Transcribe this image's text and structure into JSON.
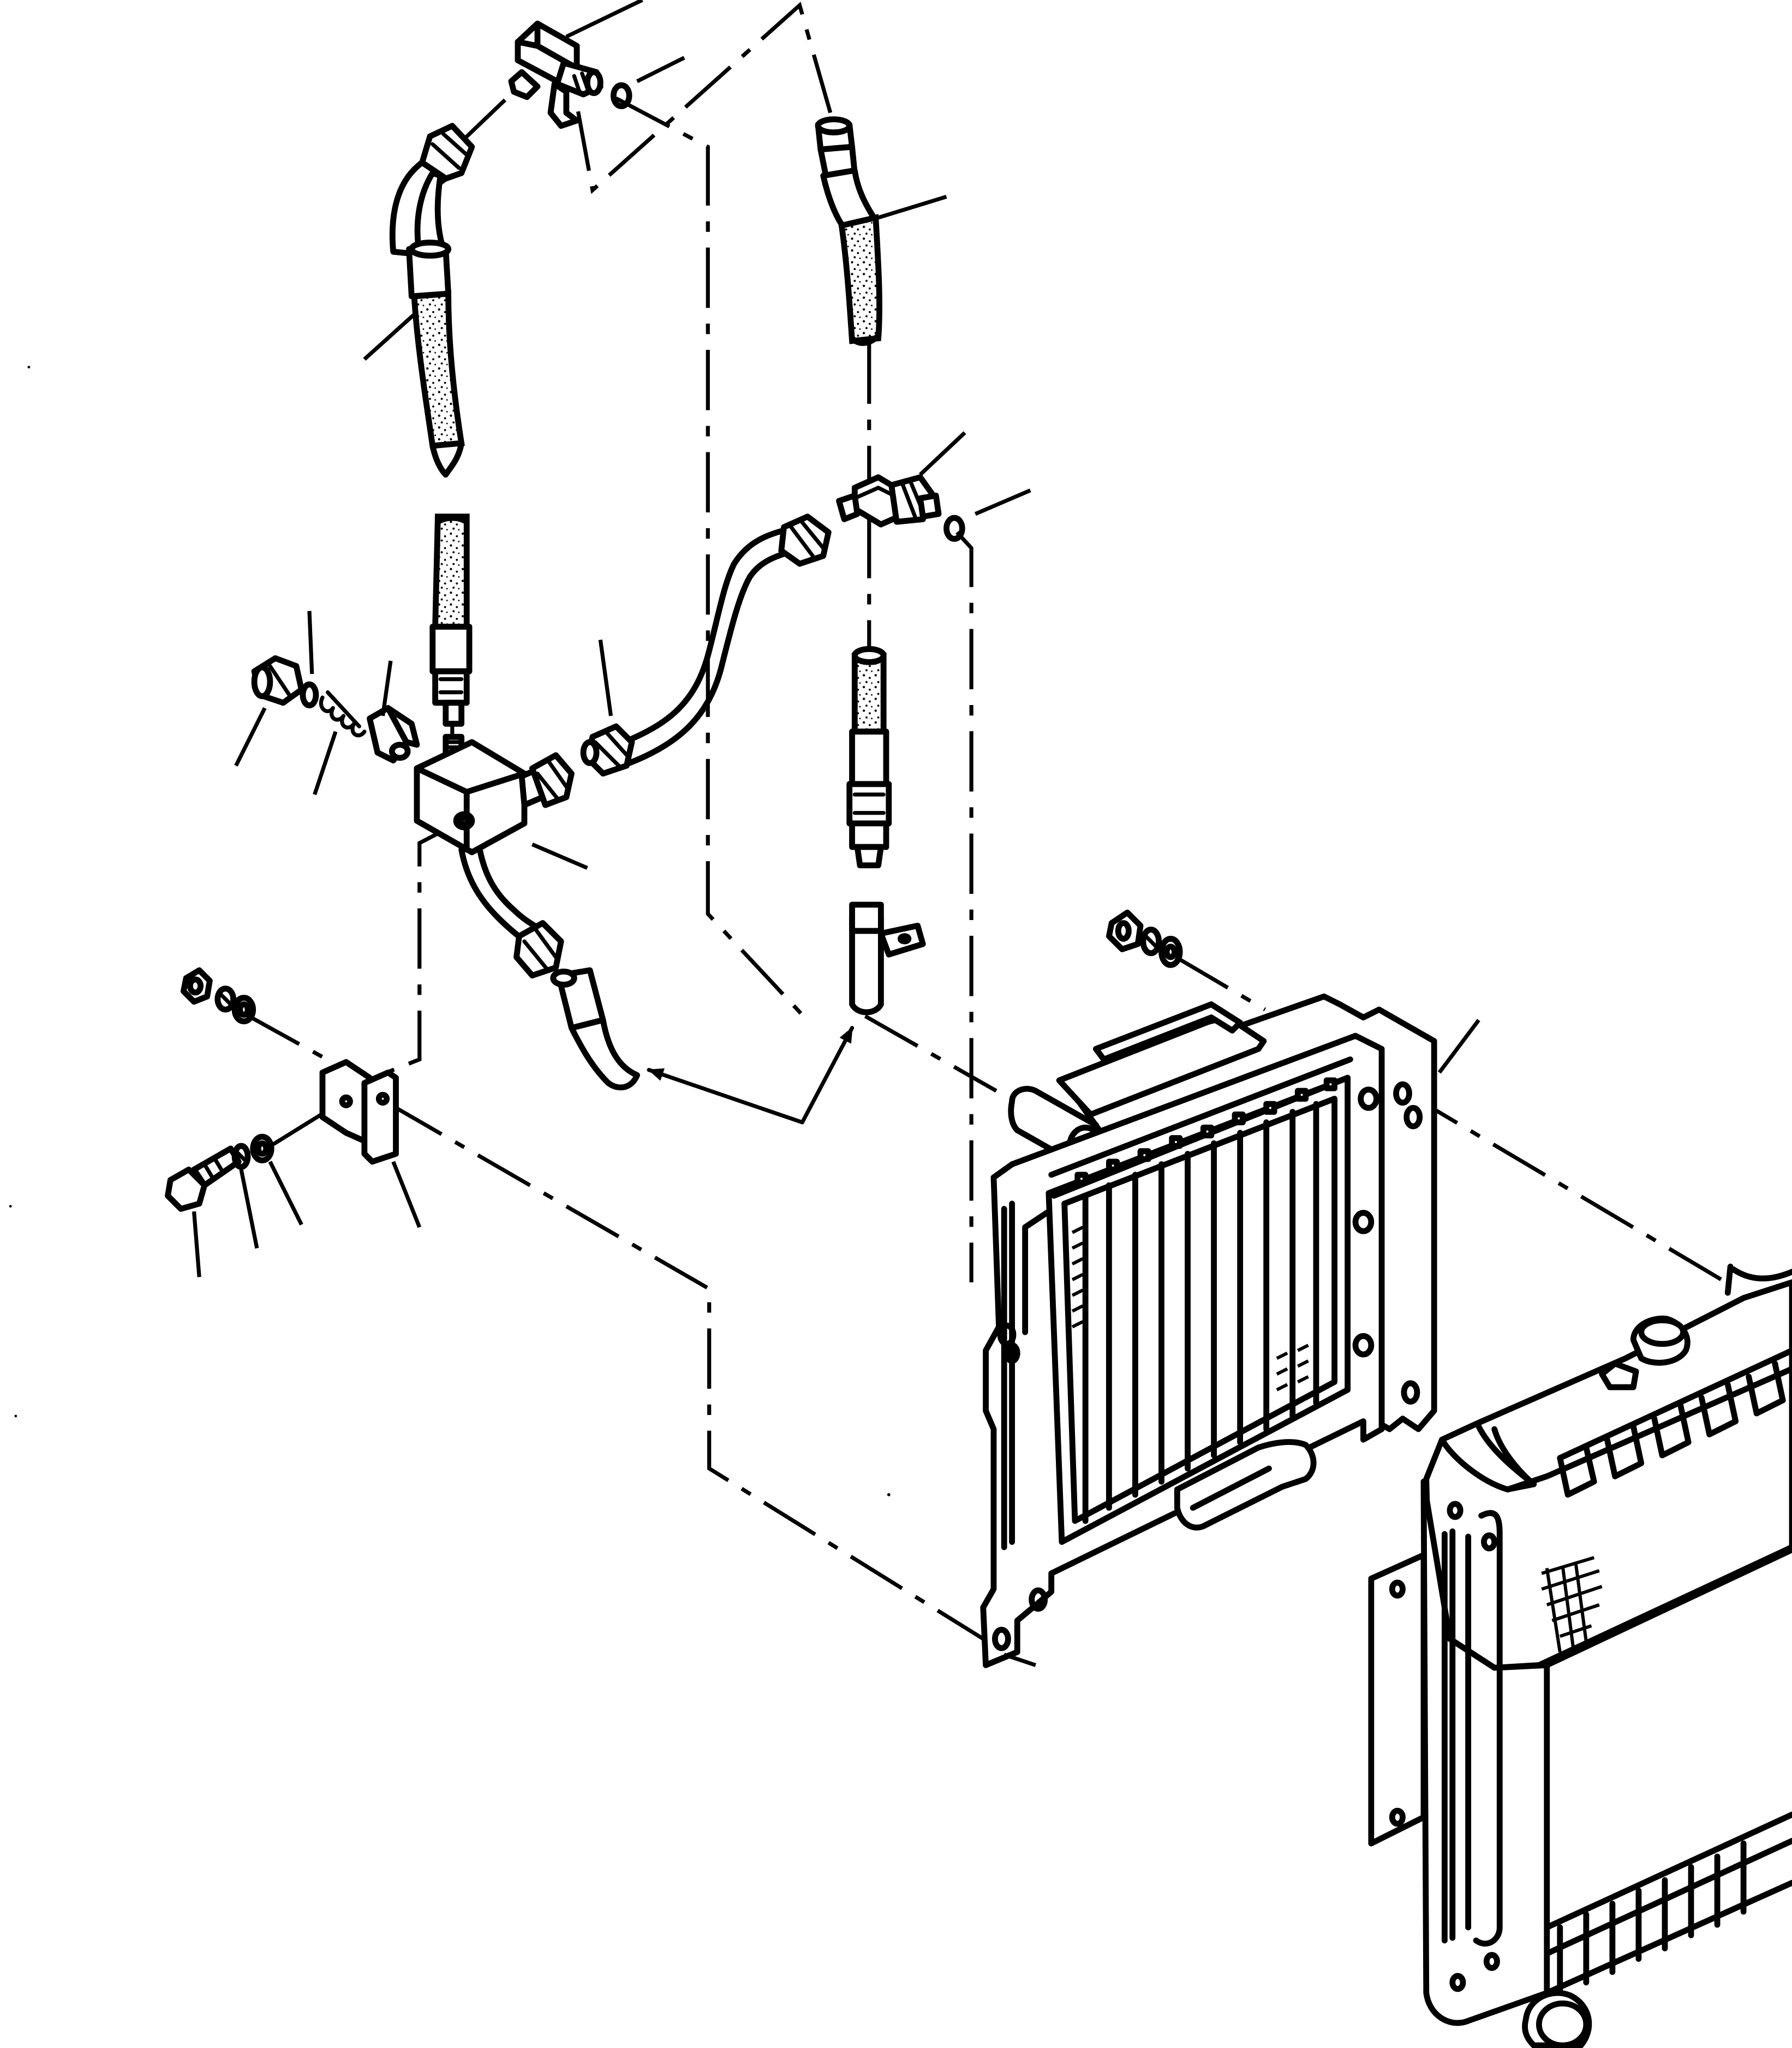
{
  "diagram": {
    "type": "exploded-parts-view",
    "components": [
      "tee-fitting",
      "o-ring",
      "hose-left",
      "hose-right",
      "elbow-fitting",
      "tube",
      "valve-block",
      "plug",
      "spring",
      "valve",
      "clamp-bracket",
      "bolt",
      "lock-washer",
      "flat-washer",
      "nut",
      "oil-cooler",
      "radiator"
    ]
  }
}
